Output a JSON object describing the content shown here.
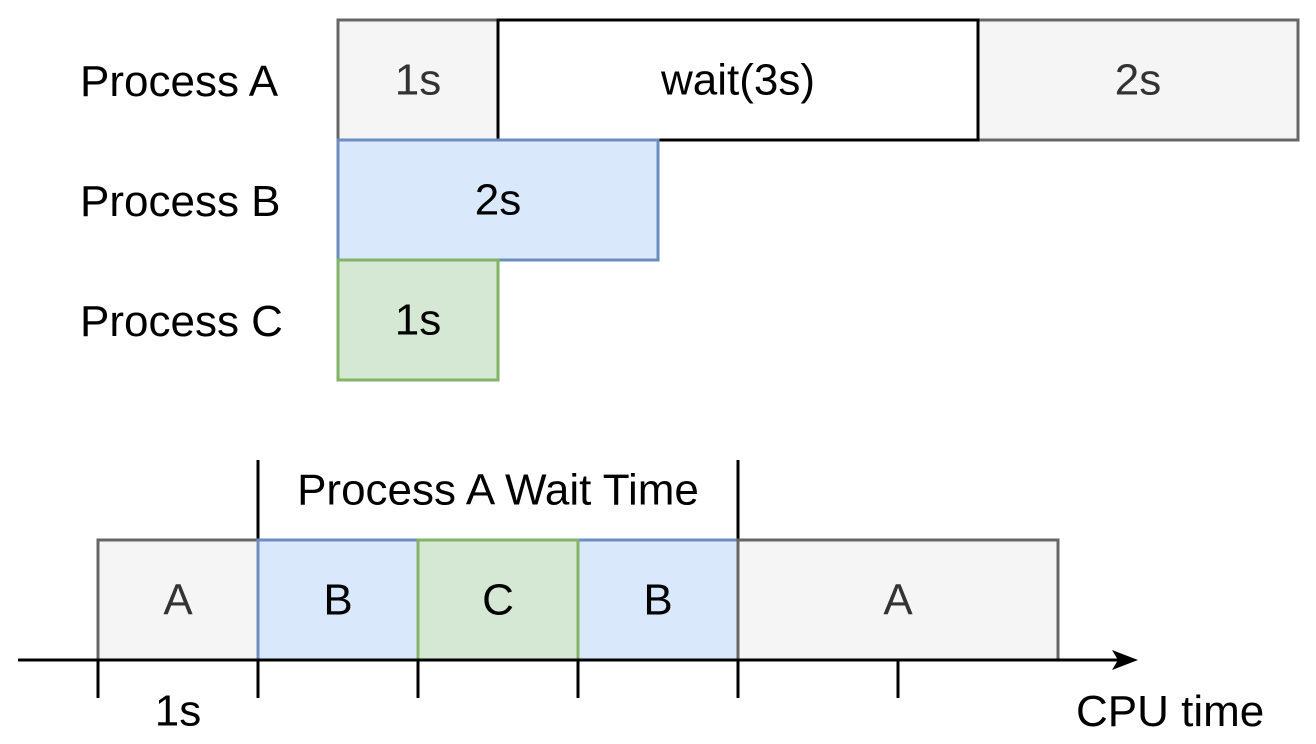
{
  "processes": [
    {
      "label": "Process A",
      "segments": [
        {
          "text": "1s",
          "style": "gray"
        },
        {
          "text": "wait(3s)",
          "style": "white"
        },
        {
          "text": "2s",
          "style": "gray"
        }
      ]
    },
    {
      "label": "Process B",
      "segments": [
        {
          "text": "2s",
          "style": "blue"
        }
      ]
    },
    {
      "label": "Process C",
      "segments": [
        {
          "text": "1s",
          "style": "green"
        }
      ]
    }
  ],
  "timeline": {
    "bracket_label": "Process A Wait Time",
    "blocks": [
      {
        "text": "A",
        "style": "gray"
      },
      {
        "text": "B",
        "style": "blue"
      },
      {
        "text": "C",
        "style": "green"
      },
      {
        "text": "B",
        "style": "blue"
      },
      {
        "text": "A",
        "style": "gray"
      }
    ],
    "tick_label": "1s",
    "axis_label": "CPU time"
  },
  "colors": {
    "gray_fill": "#f5f5f5",
    "gray_stroke": "#666666",
    "blue_fill": "#dae8fc",
    "blue_stroke": "#6c8ebf",
    "green_fill": "#d5e8d4",
    "green_stroke": "#82b366",
    "white_fill": "#ffffff",
    "white_stroke": "#000000",
    "gray_text": "#333333",
    "black_text": "#000000"
  }
}
